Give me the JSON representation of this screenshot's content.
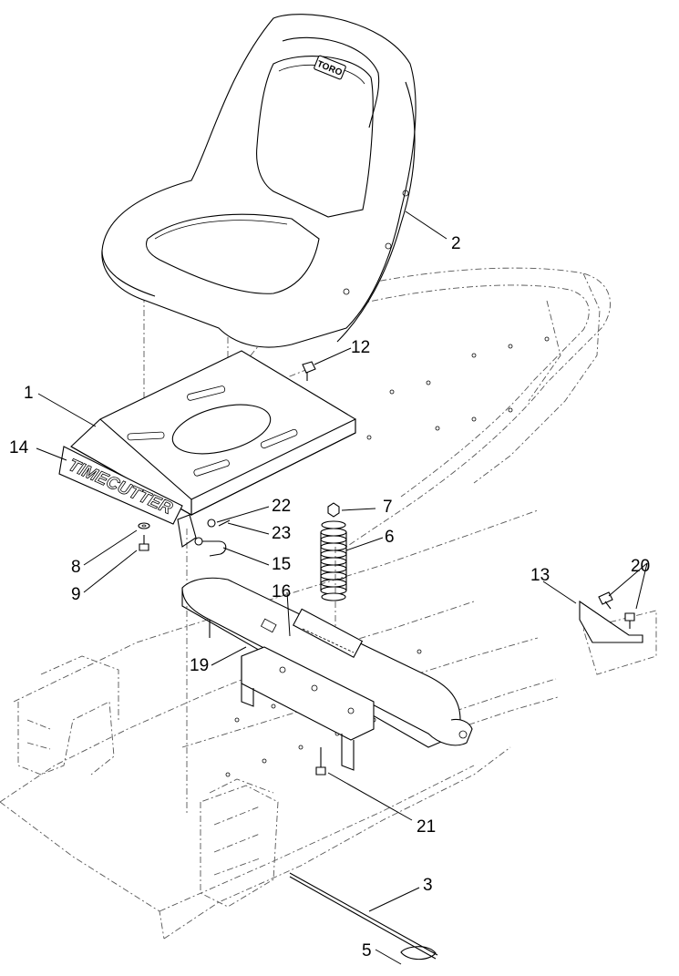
{
  "labels": {
    "seat_brand": "TORO",
    "plate_brand": "TIMECUTTER"
  },
  "callouts": [
    {
      "id": "c1",
      "text": "1"
    },
    {
      "id": "c2",
      "text": "2"
    },
    {
      "id": "c3",
      "text": "3"
    },
    {
      "id": "c5",
      "text": "5"
    },
    {
      "id": "c6",
      "text": "6"
    },
    {
      "id": "c7",
      "text": "7"
    },
    {
      "id": "c8",
      "text": "8"
    },
    {
      "id": "c9",
      "text": "9"
    },
    {
      "id": "c12",
      "text": "12"
    },
    {
      "id": "c13",
      "text": "13"
    },
    {
      "id": "c14",
      "text": "14"
    },
    {
      "id": "c15",
      "text": "15"
    },
    {
      "id": "c16",
      "text": "16"
    },
    {
      "id": "c19",
      "text": "19"
    },
    {
      "id": "c20",
      "text": "20"
    },
    {
      "id": "c21",
      "text": "21"
    },
    {
      "id": "c22",
      "text": "22"
    },
    {
      "id": "c23",
      "text": "23"
    }
  ]
}
